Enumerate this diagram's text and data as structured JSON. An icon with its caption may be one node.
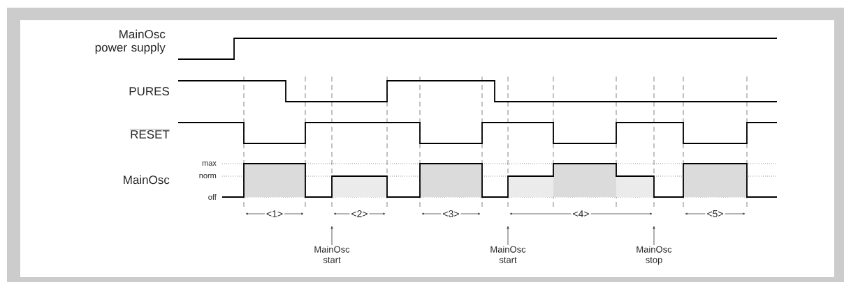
{
  "diagram": {
    "nodes": [
      {
        "text": [
          "MainOsc start"
        ]
      },
      {
        "text": [
          "MainOsc start"
        ]
      },
      {
        "text": [
          "MainOsc stop"
        ]
      }
    ],
    "edges": [
      {
        "from": 0,
        "to": null,
        "arrow": "to"
      },
      {
        "from": 1,
        "to": null,
        "arrow": "to"
      },
      {
        "from": 2,
        "to": null,
        "arrow": "to"
      }
    ],
    "labels": [
      "MainOsc power supply",
      "PURES",
      "RESET",
      "MainOsc",
      "max",
      "norm",
      "off",
      "<1>",
      "<2>",
      "<3>",
      "<4>",
      "<5>"
    ]
  }
}
